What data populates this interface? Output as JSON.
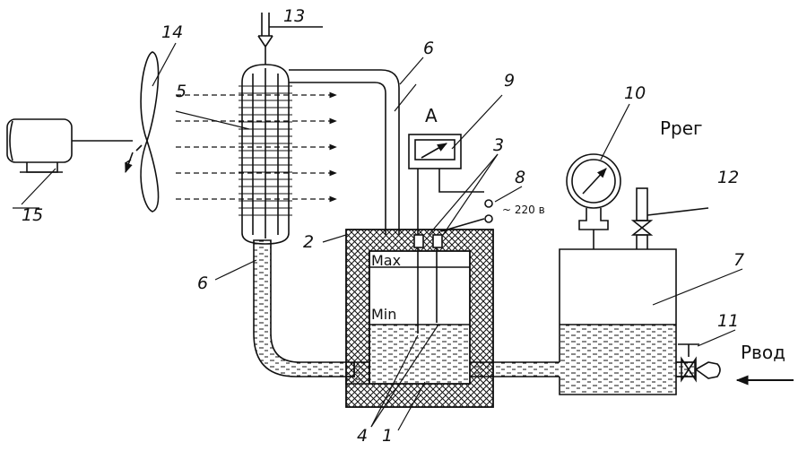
{
  "labels": {
    "n1": "1",
    "n2": "2",
    "n3": "3",
    "n4": "4",
    "n5": "5",
    "n6a": "6",
    "n6b": "6",
    "n7": "7",
    "n8": "8",
    "n9": "9",
    "n10": "10",
    "n11": "11",
    "n12": "12",
    "n13": "13",
    "n14": "14",
    "n15": "15",
    "ammeter": "A",
    "voltage": "~ 220  в",
    "max": "Max",
    "min": "Min",
    "p_reg": "Ррег",
    "p_vod": "Рвод"
  },
  "colors": {
    "ink": "#111111",
    "paper": "#ffffff"
  }
}
